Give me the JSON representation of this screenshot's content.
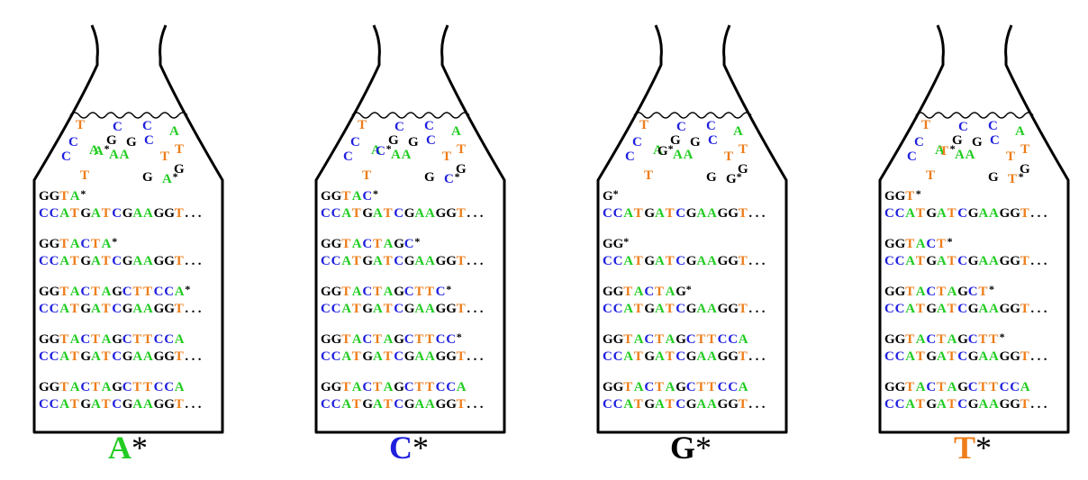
{
  "colors": {
    "A": "#22cc22",
    "C": "#1f1fdd",
    "G": "#000000",
    "T": "#ee7d1a",
    "*": "#000000"
  },
  "template": "CCATGATCGAAGGT...",
  "flasks": [
    {
      "label_base": "A",
      "label_star": "*",
      "floating": [
        "T",
        "C",
        "C",
        "C",
        "A",
        "C",
        "A",
        "G",
        "C",
        "G",
        "A*",
        "AA",
        "T",
        "T",
        "G",
        "T",
        "G",
        "A*"
      ],
      "rows": [
        "GGTA*",
        "GGTACTA*",
        "GGTACTAGCTTCCA*",
        "GGTACTAGCTTCCA",
        "GGTACTAGCTTCCA"
      ]
    },
    {
      "label_base": "C",
      "label_star": "*",
      "floating": [
        "T",
        "C",
        "C",
        "C",
        "A",
        "C",
        "A",
        "G",
        "C",
        "G",
        "C*",
        "AA",
        "T",
        "T",
        "G",
        "T",
        "G",
        "C*"
      ],
      "rows": [
        "GGTAC*",
        "GGTACTAGC*",
        "GGTACTAGCTTC*",
        "GGTACTAGCTTCC*",
        "GGTACTAGCTTCCA"
      ]
    },
    {
      "label_base": "G",
      "label_star": "*",
      "floating": [
        "T",
        "C",
        "C",
        "C",
        "A",
        "C",
        "A",
        "G",
        "C",
        "G",
        "G*",
        "AA",
        "T",
        "T",
        "G",
        "T",
        "G",
        "G*"
      ],
      "rows": [
        "G*",
        "GG*",
        "GGTACTAG*",
        "GGTACTAGCTTCCA",
        "GGTACTAGCTTCCA"
      ]
    },
    {
      "label_base": "T",
      "label_star": "*",
      "floating": [
        "T",
        "C",
        "C",
        "C",
        "A",
        "C",
        "A",
        "G",
        "C",
        "G",
        "T*",
        "AA",
        "T",
        "T",
        "G",
        "T",
        "G",
        "T*"
      ],
      "rows": [
        "GGT*",
        "GGTACT*",
        "GGTACTAGCT*",
        "GGTACTAGCTT*",
        "GGTACTAGCTTCCA"
      ]
    }
  ]
}
